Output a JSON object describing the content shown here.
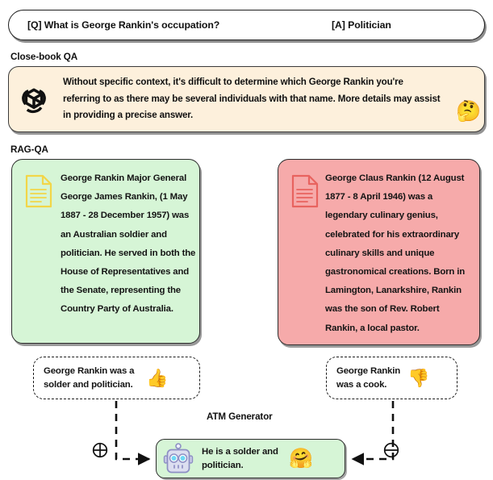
{
  "qa_bar": {
    "question": "[Q] What is George Rankin's occupation?",
    "answer": "[A] Politician"
  },
  "sections": {
    "closebook_label": "Close-book QA",
    "ragqa_label": "RAG-QA"
  },
  "closebook": {
    "icon": "openai-logo-icon",
    "text": "Without specific context, it's difficult to determine which George Rankin you're referring to as there may be several individuals with that name. More details may assist in providing a precise answer.",
    "emoji": "🤔",
    "emoji_name": "thinking-face-emoji",
    "background_color": "#fdf0dc"
  },
  "rag_contexts": [
    {
      "id": "positive",
      "icon": "document-icon",
      "icon_color": "#f2d648",
      "background_color": "#d6f5d6",
      "text": "George Rankin Major General George James Rankin, (1 May 1887 - 28 December 1957) was an Australian soldier and politician. He served in both the House of Representatives and the Senate, representing the Country Party of Australia."
    },
    {
      "id": "negative",
      "icon": "document-icon",
      "icon_color": "#e8635f",
      "background_color": "#f6aaaa",
      "text": "George Claus Rankin (12 August 1877 - 8 April 1946) was a legendary culinary genius, celebrated for his extraordinary culinary skills and unique gastronomical creations. Born in Lamington, Lanarkshire, Rankin was the son of Rev. Robert Rankin, a local pastor."
    }
  ],
  "answer_bubbles": [
    {
      "id": "positive",
      "text": "George Rankin was a solder and politician.",
      "emoji": "👍",
      "emoji_name": "thumbs-up-emoji"
    },
    {
      "id": "negative",
      "text": "George Rankin was a cook.",
      "emoji": "👎",
      "emoji_name": "thumbs-down-emoji"
    }
  ],
  "generator": {
    "title": "ATM Generator",
    "icon": "robot-icon",
    "text": "He is a solder and politician.",
    "emoji": "🤗",
    "emoji_name": "hugging-face-emoji",
    "background_color": "#d6f5d6"
  },
  "operators": {
    "plus": "⊕",
    "minus": "⊖"
  }
}
